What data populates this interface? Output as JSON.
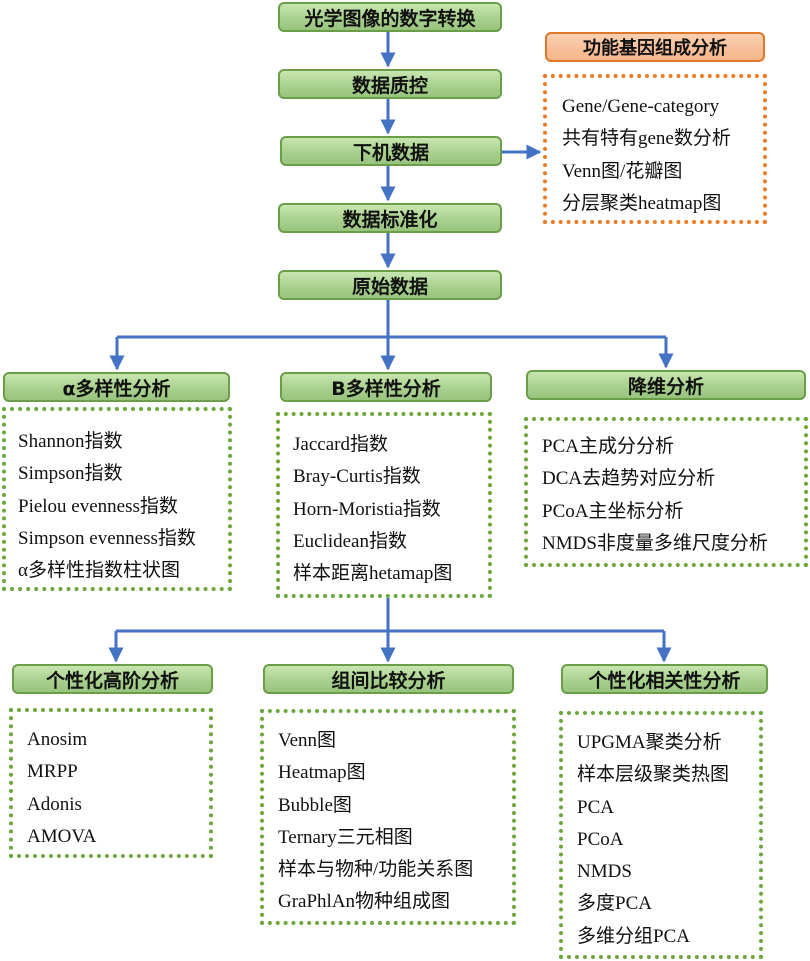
{
  "colors": {
    "box_fill": "#a9d18e",
    "box_border": "#6a9e49",
    "connector": "#4472c4",
    "green_dotted_border": "#6aa83d",
    "orange_box_fill": "#f6b489",
    "orange_border": "#ec7a26"
  },
  "main_flow": {
    "step1": "光学图像的数字转换",
    "step2": "数据质控",
    "step3": "下机数据",
    "step4": "数据标准化",
    "step5": "原始数据"
  },
  "functional_gene": {
    "title": "功能基因组成分析",
    "items": [
      "Gene/Gene-category",
      "共有特有gene数分析",
      "Venn图/花瓣图",
      "分层聚类heatmap图"
    ]
  },
  "alpha_diversity": {
    "title": "α多样性分析",
    "items": [
      "Shannon指数",
      "Simpson指数",
      "Pielou evenness指数",
      "Simpson evenness指数",
      "α多样性指数柱状图"
    ]
  },
  "beta_diversity": {
    "title": "Β多样性分析",
    "items": [
      "Jaccard指数",
      "Bray-Curtis指数",
      "Horn-Moristia指数",
      "Euclidean指数",
      "样本距离hetamap图"
    ]
  },
  "dimension_reduction": {
    "title": "降维分析",
    "items": [
      "PCA主成分分析",
      "DCA去趋势对应分析",
      "PCoA主坐标分析",
      "NMDS非度量多维尺度分析"
    ]
  },
  "personalized_advanced": {
    "title": "个性化高阶分析",
    "items": [
      "Anosim",
      "MRPP",
      "Adonis",
      "AMOVA"
    ]
  },
  "group_comparison": {
    "title": "组间比较分析",
    "items": [
      "Venn图",
      "Heatmap图",
      "Bubble图",
      "Ternary三元相图",
      "样本与物种/功能关系图",
      "GraPhlAn物种组成图"
    ]
  },
  "personalized_correlation": {
    "title": "个性化相关性分析",
    "items": [
      "UPGMA聚类分析",
      "样本层级聚类热图",
      "PCA",
      "PCoA",
      "NMDS",
      "多度PCA",
      "多维分组PCA"
    ]
  }
}
